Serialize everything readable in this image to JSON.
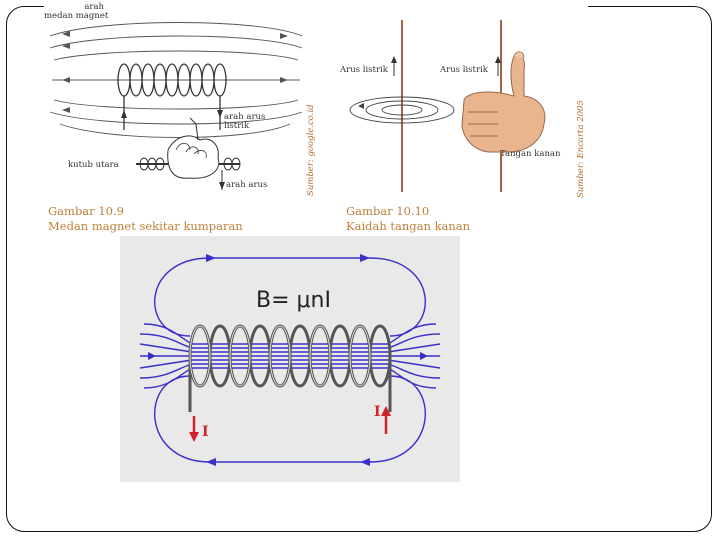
{
  "fig_10_9": {
    "caption_number": "Gambar 10.9",
    "caption_title": "Medan magnet sekitar kumparan",
    "label_field_direction": [
      "arah",
      "medan magnet"
    ],
    "label_current_direction": [
      "arah arus",
      "listrik"
    ],
    "label_north_pole": "kutub utara",
    "label_current": "arah arus",
    "source": "Sumber: google.co.id"
  },
  "fig_10_10": {
    "caption_number": "Gambar 10.10",
    "caption_title": "Kaidah tangan kanan",
    "label_current_left": "Arus listrik",
    "label_current_right": "Arus listrik",
    "label_hand": "Tangan kanan",
    "source": "Sumber: Encarta 2005"
  },
  "solenoid_diagram": {
    "formula": "B= μnI",
    "current_label_left": "I",
    "current_label_right": "I",
    "colors": {
      "field": "#3b2fc9",
      "arrow": "#d2232a",
      "background": "#e9e9e9"
    }
  }
}
